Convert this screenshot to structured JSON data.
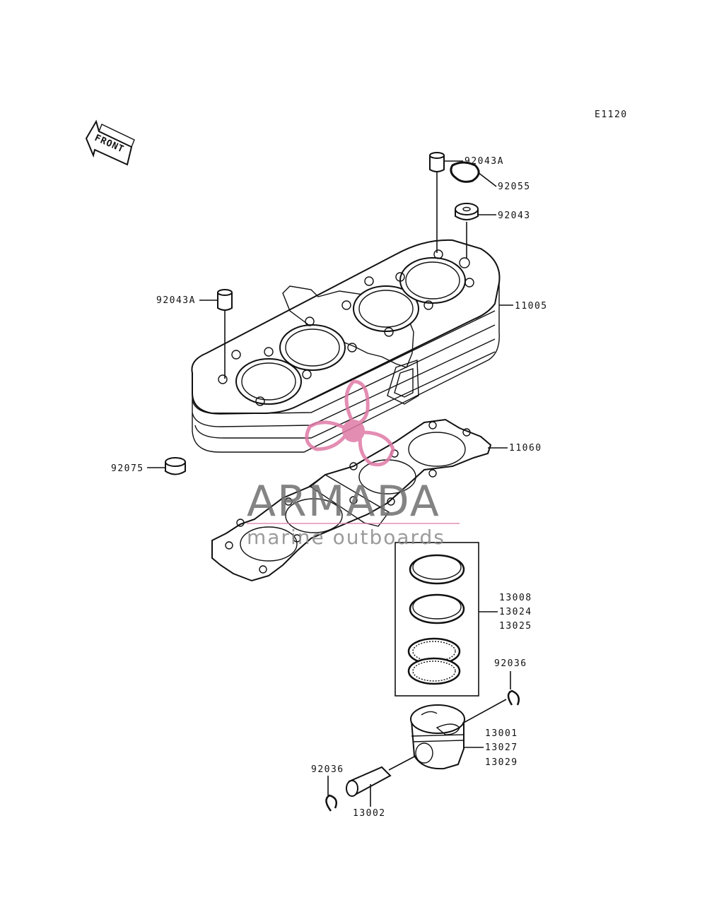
{
  "diagram_code": "E1120",
  "front_label": "FRONT",
  "labels": {
    "dowel_top": "92043A",
    "oring": "92055",
    "collar": "92043",
    "dowel_left": "92043A",
    "cylinder": "11005",
    "cap": "92075",
    "gasket": "11060",
    "rings_1": "13008",
    "rings_2": "13024",
    "rings_3": "13025",
    "clip_right": "92036",
    "piston_1": "13001",
    "piston_2": "13027",
    "piston_3": "13029",
    "clip_left": "92036",
    "pin": "13002"
  },
  "watermark": {
    "title": "ARMADA",
    "subtitle": "marine outboards",
    "accent_color": "#e07aa6",
    "text_color": "#6f6f6f"
  }
}
